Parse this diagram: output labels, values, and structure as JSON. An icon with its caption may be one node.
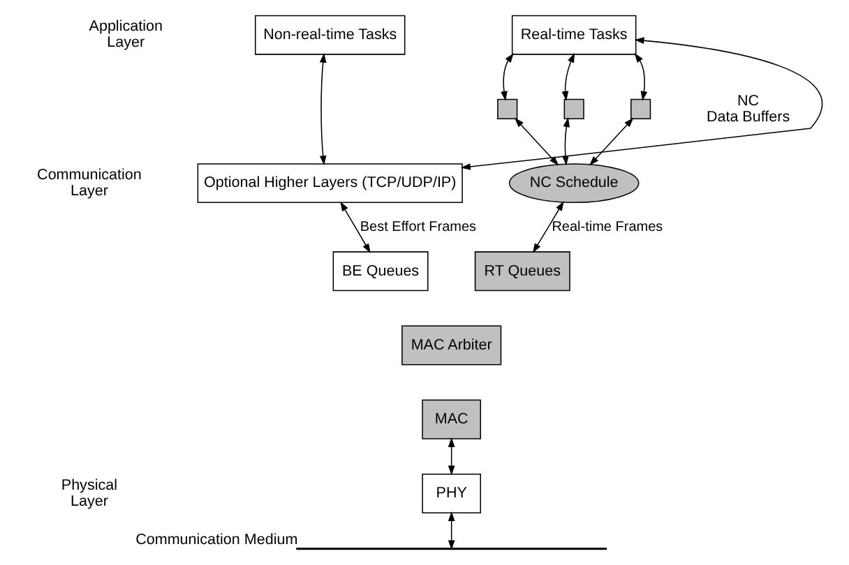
{
  "diagram": {
    "nodes": [
      {
        "text": [
          "Non-real-time Tasks"
        ]
      },
      {
        "text": [
          "Real-time Tasks"
        ]
      },
      {
        "text": [],
        "shape": "box"
      },
      {
        "text": [],
        "shape": "box"
      },
      {
        "text": [],
        "shape": "box"
      },
      {
        "text": [
          "Optional Higher Layers (TCP/UDP/IP)"
        ]
      },
      {
        "text": [
          "NC Schedule"
        ]
      },
      {
        "text": [
          "BE Queues"
        ]
      },
      {
        "text": [
          "RT Queues"
        ]
      },
      {
        "text": [
          "MAC Arbiter"
        ]
      },
      {
        "text": [
          "MAC"
        ]
      },
      {
        "text": [
          "PHY"
        ]
      },
      {
        "text": [],
        "shape": "bar",
        "beside": [
          "Communication Medium"
        ]
      }
    ],
    "edges": [
      {
        "from": 0,
        "to": 5,
        "arrow": "both"
      },
      {
        "from": 5,
        "to": 1,
        "arrow": "both"
      },
      {
        "from": 1,
        "to": 2,
        "arrow": "both"
      },
      {
        "from": 1,
        "to": 3,
        "arrow": "both"
      },
      {
        "from": 1,
        "to": 4,
        "arrow": "both"
      },
      {
        "from": 2,
        "to": 6,
        "arrow": "both"
      },
      {
        "from": 3,
        "to": 6,
        "arrow": "both"
      },
      {
        "from": 4,
        "to": 6,
        "arrow": "both"
      },
      {
        "from": 5,
        "to": 7,
        "arrow": "both",
        "label": "Best Effort Frames"
      },
      {
        "from": 6,
        "to": 8,
        "arrow": "both",
        "label": "Real-time Frames"
      },
      {
        "from": 10,
        "to": 11,
        "arrow": "both"
      },
      {
        "from": 11,
        "to": 12,
        "arrow": "both"
      }
    ],
    "labels": [
      "Application Layer",
      "NC Data Buffers",
      "Communication Layer",
      "Physical Layer"
    ]
  }
}
